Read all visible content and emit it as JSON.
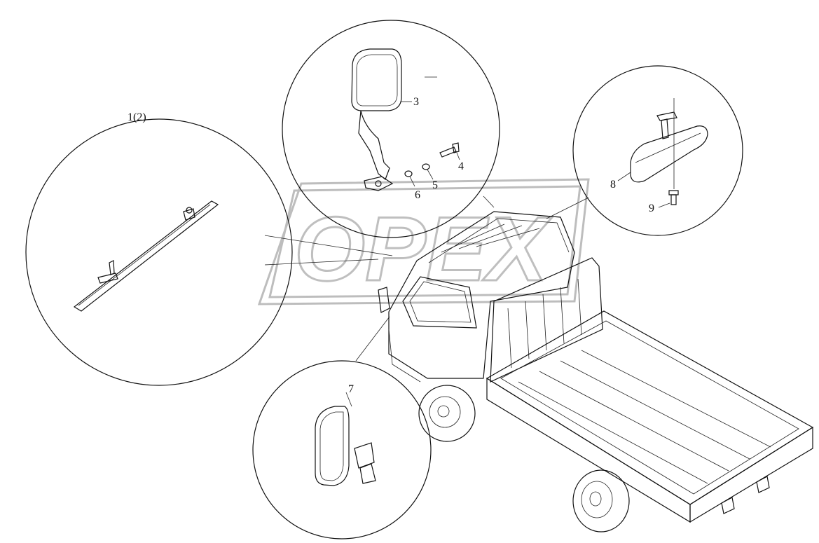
{
  "watermark": {
    "text": "OPEX"
  },
  "callouts": {
    "c1": "1(2)",
    "c3": "3",
    "c4": "4",
    "c5": "5",
    "c6": "6",
    "c7": "7",
    "c8": "8",
    "c9": "9"
  },
  "icons": [
    "sun-visor-icon",
    "exterior-mirror-icon",
    "bolt-icon",
    "washer-icon",
    "interior-mirror-icon",
    "truck-icon"
  ]
}
